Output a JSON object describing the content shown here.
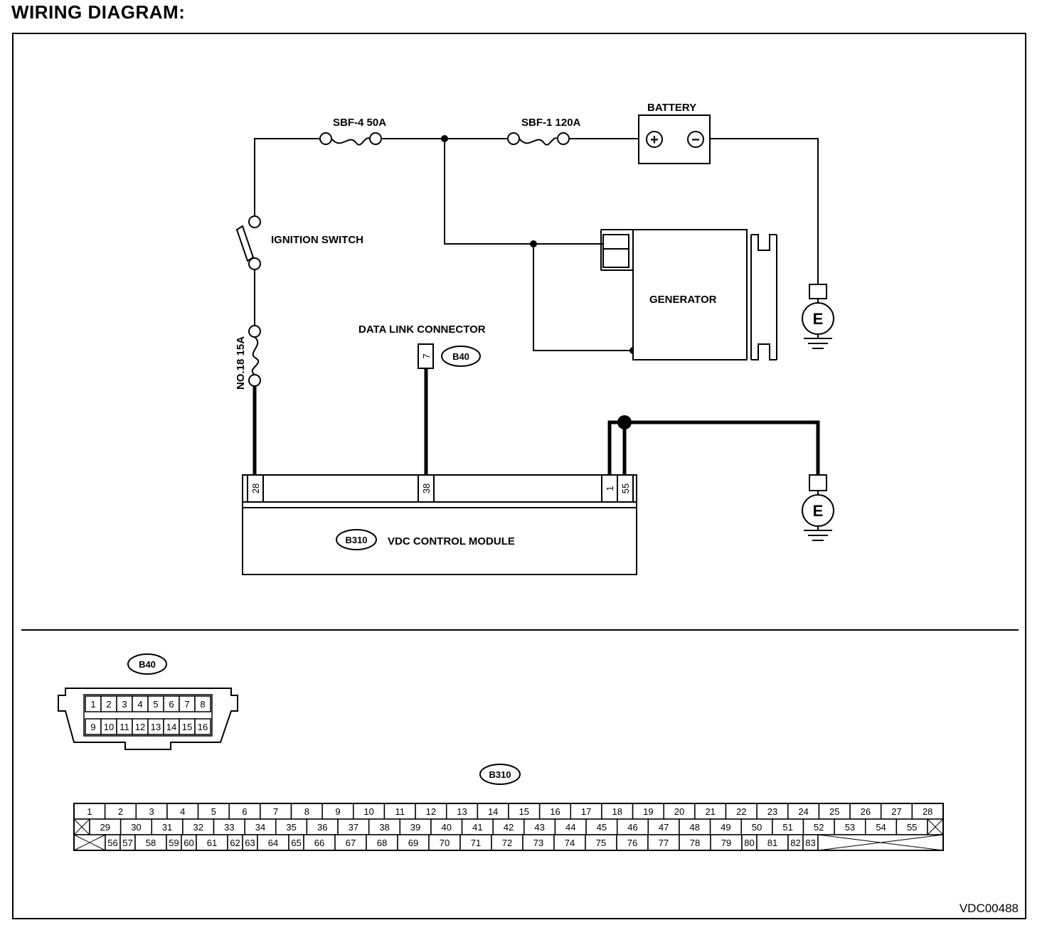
{
  "title": "WIRING DIAGRAM:",
  "ref_code": "VDC00488",
  "labels": {
    "fuse_sbf4": "SBF-4 50A",
    "fuse_sbf1": "SBF-1 120A",
    "battery": "BATTERY",
    "ignition_switch": "IGNITION SWITCH",
    "fuse_no18": "NO.18 15A",
    "data_link_connector": "DATA LINK CONNECTOR",
    "generator": "GENERATOR",
    "ground": "E",
    "vdc_module": "VDC CONTROL MODULE",
    "battery_plus": "+",
    "battery_minus": "−"
  },
  "connectors": {
    "b40": "B40",
    "b310": "B310"
  },
  "pins": {
    "dlc_pin": "7",
    "vdc_pin_a": "28",
    "vdc_pin_b": "38",
    "vdc_pin_c": "1",
    "vdc_pin_d": "55"
  },
  "b40_face": {
    "row1": [
      "1",
      "2",
      "3",
      "4",
      "5",
      "6",
      "7",
      "8"
    ],
    "row2": [
      "9",
      "10",
      "11",
      "12",
      "13",
      "14",
      "15",
      "16"
    ]
  },
  "b310_face": {
    "row1": [
      "1",
      "2",
      "3",
      "4",
      "5",
      "6",
      "7",
      "8",
      "9",
      "10",
      "11",
      "12",
      "13",
      "14",
      "15",
      "16",
      "17",
      "18",
      "19",
      "20",
      "21",
      "22",
      "23",
      "24",
      "25",
      "26",
      "27",
      "28"
    ],
    "row2": [
      "29",
      "30",
      "31",
      "32",
      "33",
      "34",
      "35",
      "36",
      "37",
      "38",
      "39",
      "40",
      "41",
      "42",
      "43",
      "44",
      "45",
      "46",
      "47",
      "48",
      "49",
      "50",
      "51",
      "52",
      "53",
      "54",
      "55"
    ],
    "row3": [
      "56",
      "57",
      "58",
      "59",
      "60",
      "61",
      "62",
      "63",
      "64",
      "65",
      "66",
      "67",
      "68",
      "69",
      "70",
      "71",
      "72",
      "73",
      "74",
      "75",
      "76",
      "77",
      "78",
      "79",
      "80",
      "81",
      "82",
      "83"
    ]
  }
}
